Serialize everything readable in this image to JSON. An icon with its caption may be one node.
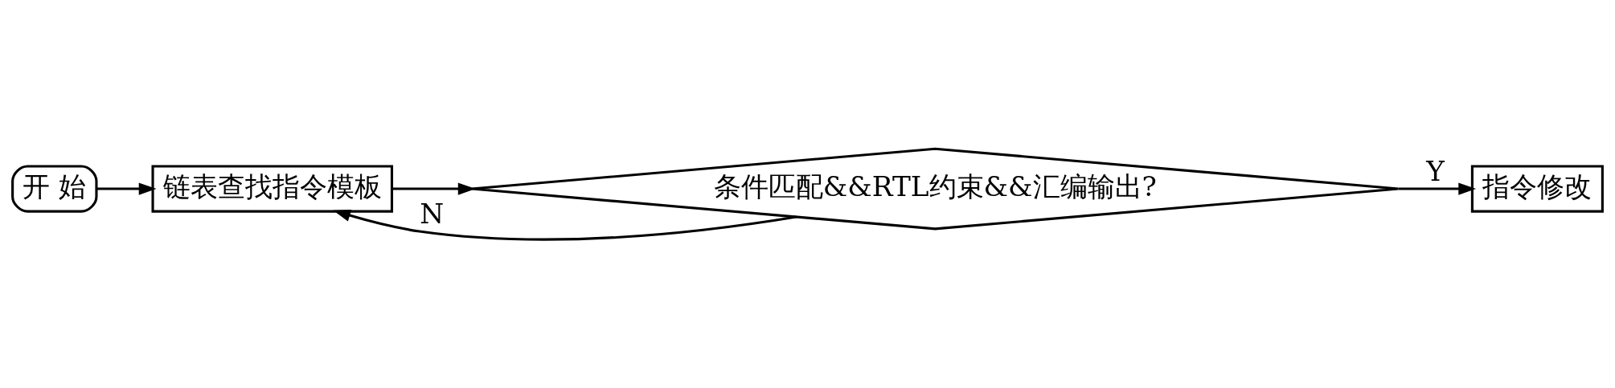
{
  "diagram": {
    "nodes": [
      {
        "text": [
          "开 始"
        ]
      },
      {
        "text": [
          "链表查找指令模板"
        ]
      },
      {
        "text": [
          "条件匹配&&RTL约束&&汇编输出?"
        ]
      },
      {
        "text": [
          "指令修改"
        ]
      }
    ],
    "edges": [
      {
        "from": 0,
        "to": 1,
        "arrow": "to"
      },
      {
        "from": 1,
        "to": 2,
        "arrow": "to"
      },
      {
        "from": 2,
        "to": 3,
        "arrow": "to",
        "label": "Y"
      },
      {
        "from": 2,
        "to": 1,
        "arrow": "to",
        "label": "N"
      }
    ]
  }
}
